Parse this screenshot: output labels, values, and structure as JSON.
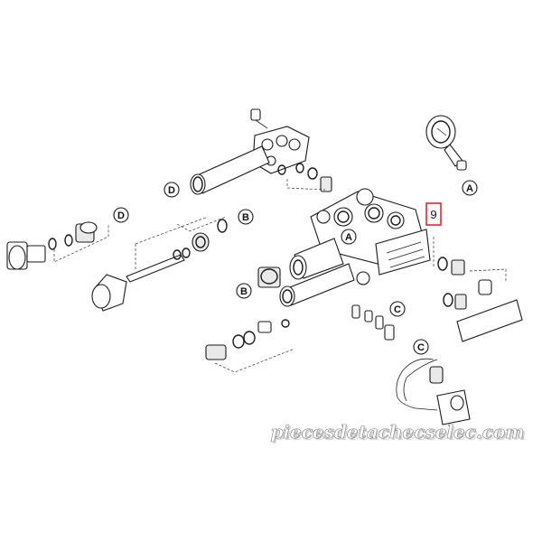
{
  "diagram": {
    "callouts": {
      "D_upper": "D",
      "D_left": "D",
      "B_upper": "B",
      "B_lower": "B",
      "A_gauge": "A",
      "A_body": "A",
      "C_middle": "C",
      "C_lower": "C"
    },
    "highlight_label": "9"
  },
  "watermark": {
    "text": "piecesdetachecselec.com"
  },
  "colors": {
    "highlight": "#e0282e",
    "line": "#1a1a1a",
    "watermark_outline": "#7a7a7a"
  }
}
